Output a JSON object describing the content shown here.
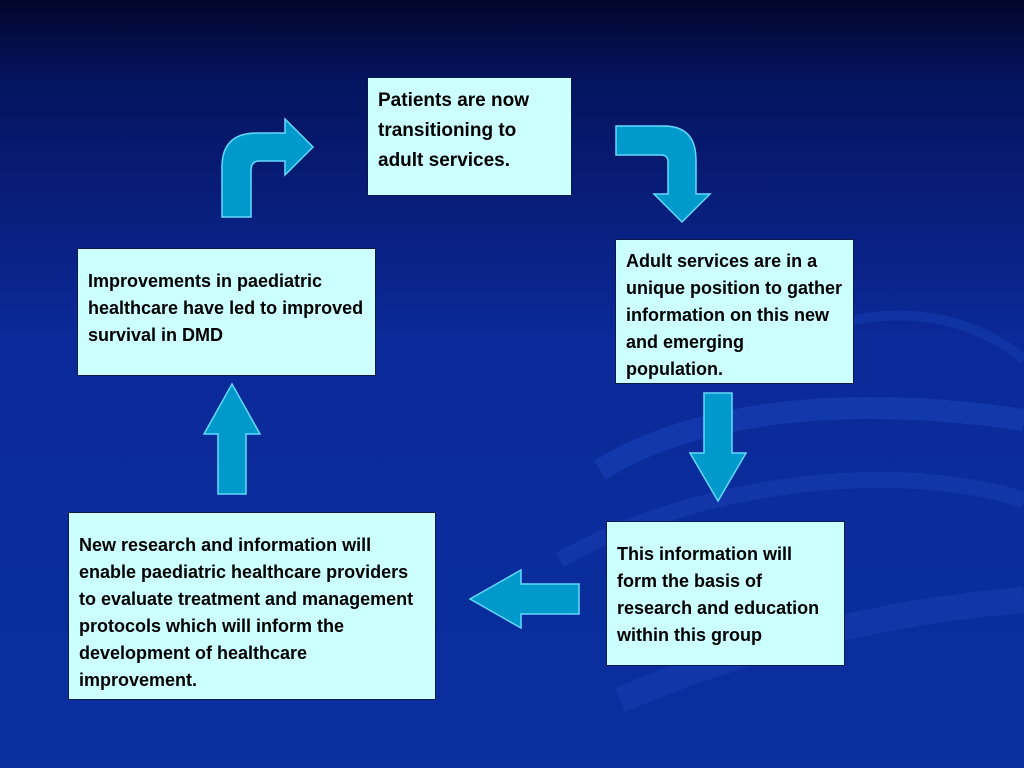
{
  "diagram": {
    "boxes": {
      "patients_transitioning": "Patients are now transitioning to adult services.",
      "adult_services": "Adult services are in a unique position to gather information on this new and emerging population.",
      "information_basis": "This information will form the basis of research and education within this group",
      "new_research": "New research and information will enable paediatric healthcare providers to evaluate treatment and management protocols which will inform the development of healthcare improvement.",
      "improvements_paediatric": "Improvements in paediatric healthcare have led to improved survival in DMD"
    },
    "colors": {
      "box_fill": "#ccffff",
      "arrow_fill": "#0099cc",
      "background": "#0b2a9a"
    }
  }
}
